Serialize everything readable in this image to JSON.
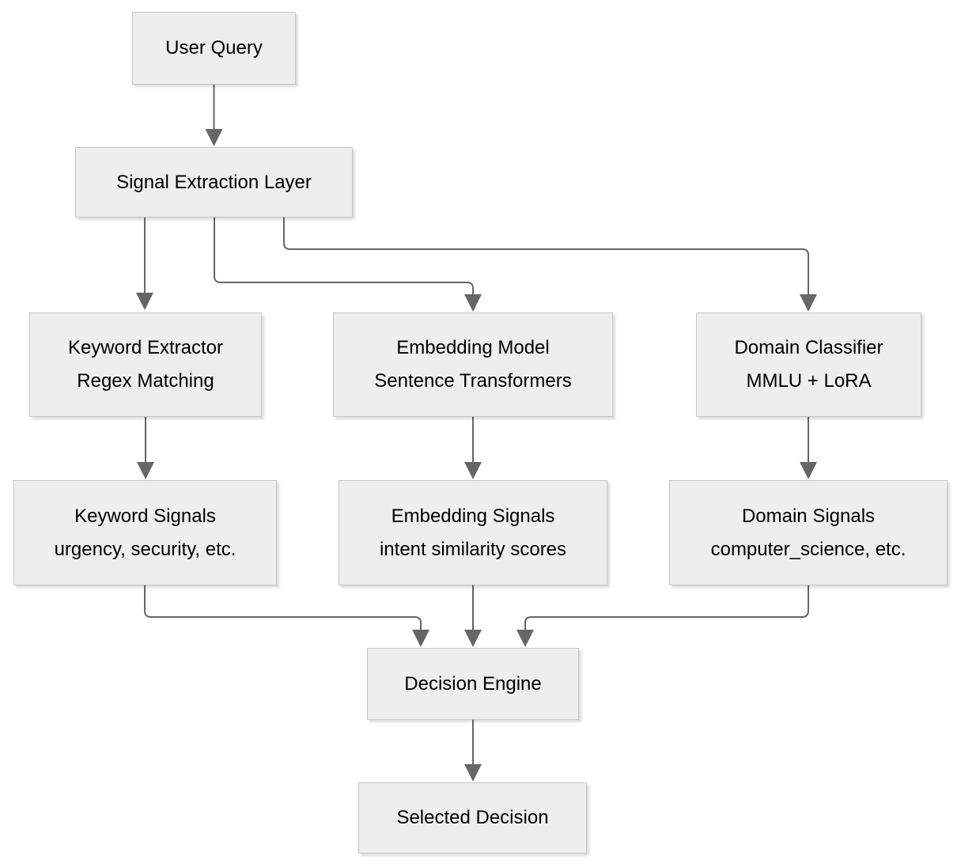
{
  "diagram": {
    "type": "flowchart",
    "background_color": "#ffffff",
    "node_fill_color": "#eeeeee",
    "node_border_color": "#c6c6c6",
    "connector_color": "#666666",
    "text_color": "#000000",
    "nodes": [
      {
        "id": "user-query",
        "title": "User Query"
      },
      {
        "id": "signal-extraction-layer",
        "title": "Signal Extraction Layer"
      },
      {
        "id": "keyword-extractor",
        "title": "Keyword Extractor",
        "subtitle": "Regex Matching"
      },
      {
        "id": "embedding-model",
        "title": "Embedding Model",
        "subtitle": "Sentence Transformers"
      },
      {
        "id": "domain-classifier",
        "title": "Domain Classifier",
        "subtitle": "MMLU + LoRA"
      },
      {
        "id": "keyword-signals",
        "title": "Keyword Signals",
        "subtitle": "urgency, security, etc."
      },
      {
        "id": "embedding-signals",
        "title": "Embedding Signals",
        "subtitle": "intent similarity scores"
      },
      {
        "id": "domain-signals",
        "title": "Domain Signals",
        "subtitle": "computer_science, etc."
      },
      {
        "id": "decision-engine",
        "title": "Decision Engine"
      },
      {
        "id": "selected-decision",
        "title": "Selected Decision"
      }
    ],
    "edges": [
      {
        "from": "user-query",
        "to": "signal-extraction-layer"
      },
      {
        "from": "signal-extraction-layer",
        "to": "keyword-extractor"
      },
      {
        "from": "signal-extraction-layer",
        "to": "embedding-model"
      },
      {
        "from": "signal-extraction-layer",
        "to": "domain-classifier"
      },
      {
        "from": "keyword-extractor",
        "to": "keyword-signals"
      },
      {
        "from": "embedding-model",
        "to": "embedding-signals"
      },
      {
        "from": "domain-classifier",
        "to": "domain-signals"
      },
      {
        "from": "keyword-signals",
        "to": "decision-engine"
      },
      {
        "from": "embedding-signals",
        "to": "decision-engine"
      },
      {
        "from": "domain-signals",
        "to": "decision-engine"
      },
      {
        "from": "decision-engine",
        "to": "selected-decision"
      }
    ]
  }
}
